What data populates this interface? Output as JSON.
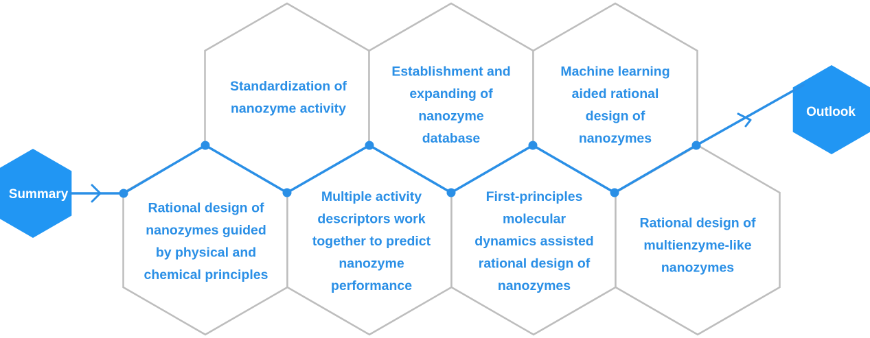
{
  "colors": {
    "accent": "#2a8fe6",
    "end_fill": "#2196f3",
    "outline": "#bdbdbd"
  },
  "start": {
    "label": "Summary"
  },
  "end": {
    "label": "Outlook"
  },
  "top_row": [
    {
      "lines": [
        "Standardization of",
        "nanozyme activity"
      ]
    },
    {
      "lines": [
        "Establishment and",
        "expanding of",
        "nanozyme",
        "database"
      ]
    },
    {
      "lines": [
        "Machine learning",
        "aided rational",
        "design of",
        "nanozymes"
      ]
    }
  ],
  "bottom_row": [
    {
      "lines": [
        "Rational design of",
        "nanozymes guided",
        "by physical and",
        "chemical principles"
      ]
    },
    {
      "lines": [
        "Multiple activity",
        "descriptors work",
        "together to predict",
        "nanozyme",
        "performance"
      ]
    },
    {
      "lines": [
        "First-principles",
        "molecular",
        "dynamics assisted",
        "rational design of",
        "nanozymes"
      ]
    },
    {
      "lines": [
        "Rational design of",
        "multienzyme-like",
        "nanozymes"
      ]
    }
  ]
}
